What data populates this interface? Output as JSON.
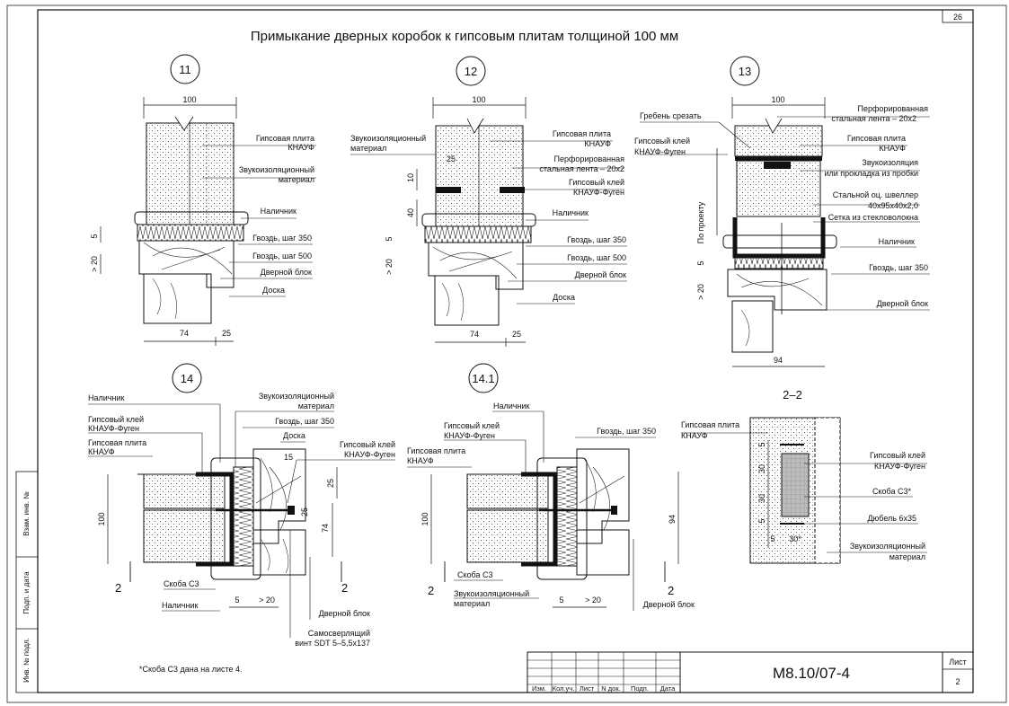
{
  "title": "Примыкание дверных коробок к гипсовым плитам толщиной 100 мм",
  "page_corner_number": "26",
  "footnote": "*Скоба С3 дана на листе 4.",
  "side_stamp": [
    "Взам. инв. №",
    "Подп. и дата",
    "Инв. № подл."
  ],
  "title_block": {
    "columns": [
      "Изм.",
      "Кол.уч.",
      "Лист",
      "N док.",
      "Подп.",
      "Дата"
    ],
    "code": "М8.10/07-4",
    "sheet_label": "Лист",
    "sheet_number": "2"
  },
  "details": {
    "d11": {
      "num": "11",
      "top_dim": "100",
      "d5": "5",
      "d20": "> 20",
      "d74": "74",
      "d25": "25",
      "labels": [
        "Гипсовая плита",
        "КНАУФ",
        "Звукоизоляционный",
        "материал",
        "Наличник",
        "Гвоздь, шаг 350",
        "Гвоздь, шаг 500",
        "Дверной блок",
        "Доска"
      ]
    },
    "d12": {
      "num": "12",
      "top_dim": "100",
      "d25i": "25",
      "d10": "10",
      "d40": "40",
      "d5": "5",
      "d20": "> 20",
      "d74": "74",
      "d25": "25",
      "left_labels": [
        "Звукоизоляционный",
        "материал"
      ],
      "labels": [
        "Гипсовая плита",
        "КНАУФ",
        "Перфорированная",
        "стальная лента – 20х2",
        "Гипсовый клей",
        "КНАУФ-Фуген",
        "Наличник",
        "Гвоздь, шаг 350",
        "Гвоздь, шаг 500",
        "Дверной блок",
        "Доска"
      ]
    },
    "d13": {
      "num": "13",
      "top_dim": "100",
      "vert": "По проекту",
      "d5": "5",
      "d20": "> 20",
      "d94": "94",
      "left_labels": [
        "Гребень срезать",
        "Гипсовый клей",
        "КНАУФ-Фуген"
      ],
      "labels": [
        "Перфорированная",
        "стальная лента – 20х2",
        "Гипсовая плита",
        "КНАУФ",
        "Звукоизоляция",
        "или прокладка из пробки",
        "Стальной оц. швеллер",
        "40х95х40х2,0",
        "Сетка из стекловолокна",
        "Наличник",
        "Гвоздь, шаг 350",
        "Дверной блок"
      ]
    },
    "d14": {
      "num": "14",
      "d100": "100",
      "d15": "15",
      "d25a": "25",
      "d25b": "25",
      "d74": "74",
      "d5": "5",
      "d20": "> 20",
      "cut": "2",
      "labels": [
        "Наличник",
        "Звукоизоляционный",
        "материал",
        "Гвоздь, шаг 350",
        "Гипсовый клей",
        "КНАУФ-Фуген",
        "Гипсовая плита",
        "КНАУФ",
        "Доска",
        "Гипсовый клей",
        "КНАУФ-Фуген",
        "Скоба С3",
        "Наличник",
        "Дверной блок",
        "Самосверлящий",
        "винт SDT 5–5,5х137"
      ]
    },
    "d141": {
      "num": "14.1",
      "d100": "100",
      "d94": "94",
      "d5": "5",
      "d20": "> 20",
      "cut": "2",
      "labels": [
        "Наличник",
        "Гипсовый клей",
        "КНАУФ-Фуген",
        "Гвоздь, шаг 350",
        "Гипсовая плита",
        "КНАУФ",
        "Скоба С3",
        "Звукоизоляционный",
        "материал",
        "Дверной блок"
      ]
    },
    "d22": {
      "num": "2–2",
      "d5": "5",
      "d30a": "30",
      "d30b": "30",
      "d5b": "5",
      "d5c": "5",
      "d30c": "30*",
      "labels": [
        "Гипсовая плита",
        "КНАУФ",
        "Гипсовый клей",
        "КНАУФ-Фуген",
        "Скоба С3*",
        "Дюбель 6х35",
        "Звукоизоляционный",
        "материал"
      ]
    }
  }
}
